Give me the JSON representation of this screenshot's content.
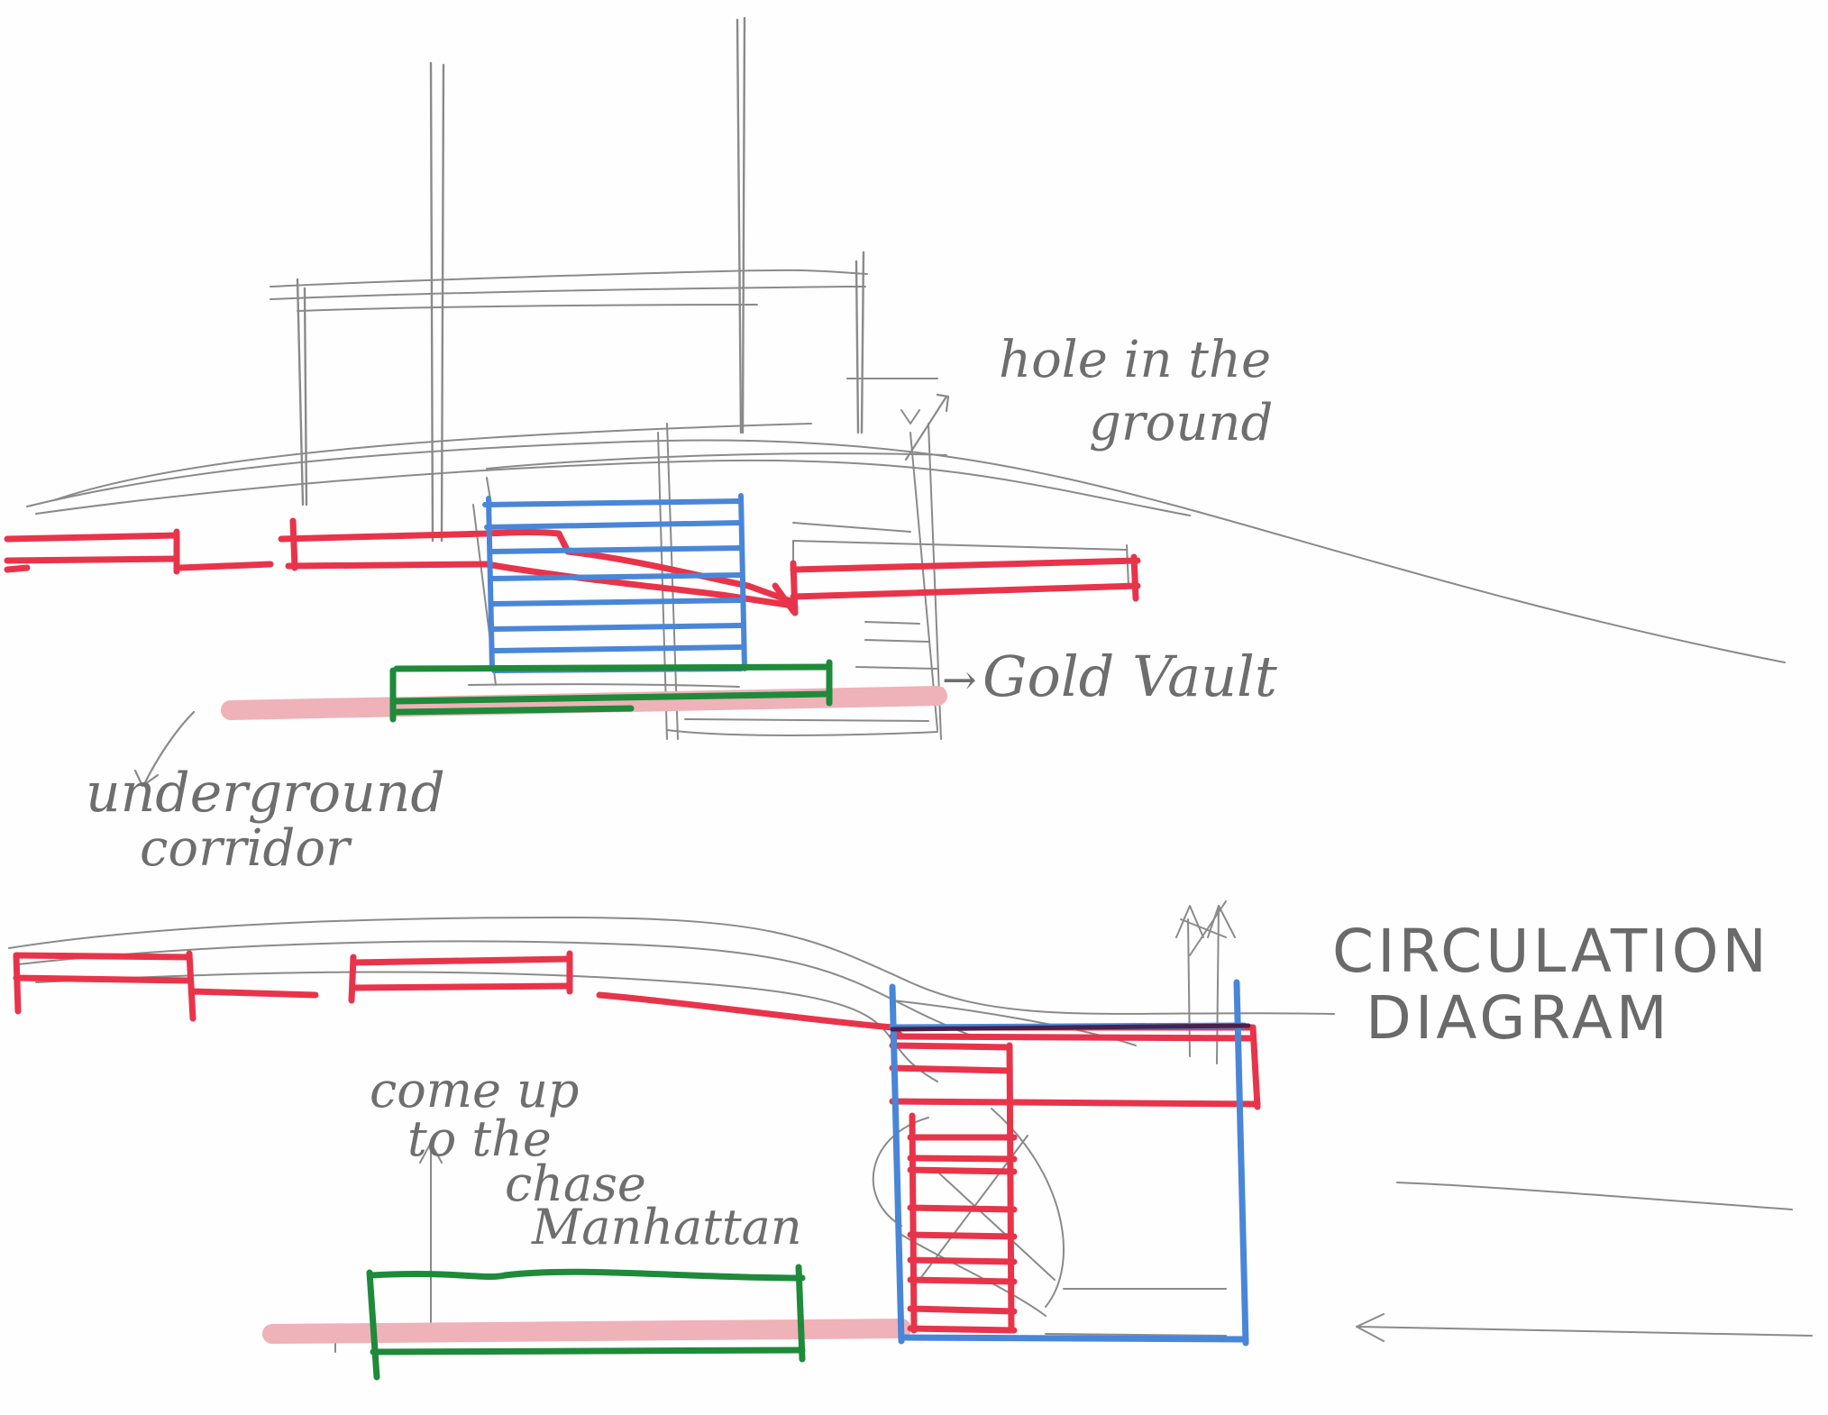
{
  "annotations": {
    "hole_line1": "hole in the",
    "hole_line2": "ground",
    "vault_arrow": "→",
    "vault": "Gold Vault",
    "corridor_line1": "underground",
    "corridor_line2": "corridor",
    "circulation_line1": "CIRCULATION",
    "circulation_line2": "DIAGRAM",
    "come_line1": "come up",
    "come_line2": "to the",
    "come_line3": "chase",
    "come_line4": "Manhattan"
  },
  "colors": {
    "pencil": "#8a8a8a",
    "red": "#e8344a",
    "blue": "#4a86d8",
    "green": "#1f8a3a",
    "pink": "#eeb2b8"
  }
}
